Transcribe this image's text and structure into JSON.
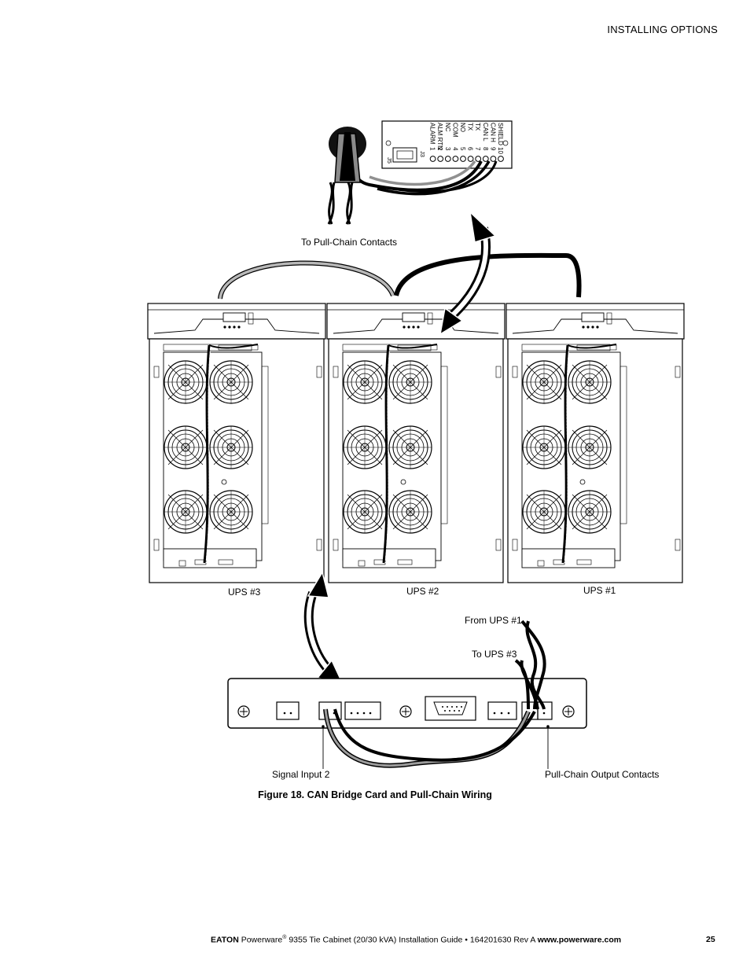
{
  "header": {
    "section": "INSTALLING OPTIONS"
  },
  "figure": {
    "labels": {
      "pull_chain_contacts": "To Pull-Chain Contacts",
      "ups3": "UPS #3",
      "ups2": "UPS #2",
      "ups1": "UPS #1",
      "from_ups1": "From UPS #1",
      "to_ups3": "To UPS #3",
      "signal_input": "Signal Input 2",
      "pull_chain_output": "Pull-Chain Output Contacts"
    },
    "terminal_block": {
      "pins": [
        {
          "name": "SHIELD",
          "num": "10"
        },
        {
          "name": "CAN H",
          "num": "9"
        },
        {
          "name": "CAN L",
          "num": "8"
        },
        {
          "name": "TX",
          "num": "7"
        },
        {
          "name": "TX",
          "num": "6"
        },
        {
          "name": "NO",
          "num": "5"
        },
        {
          "name": "COM",
          "num": "4"
        },
        {
          "name": "NC",
          "num": "3"
        },
        {
          "name": "ALM RTN",
          "num": "2"
        },
        {
          "name": "ALARM",
          "num": "1"
        }
      ],
      "j3": "J3",
      "j5": "J5"
    },
    "caption": "Figure 18. CAN Bridge Card and Pull-Chain Wiring"
  },
  "footer": {
    "brand": "EATON",
    "product": "Powerware",
    "reg": "®",
    "title": " 9355 Tie Cabinet (20/30 kVA) Installation Guide  •  164201630 Rev A ",
    "url": "www.powerware.com",
    "page": "25"
  }
}
